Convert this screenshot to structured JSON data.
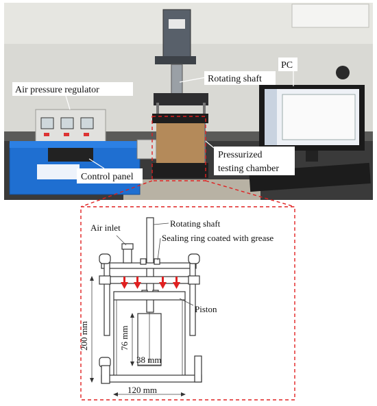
{
  "photo_labels": {
    "rotating_shaft": "Rotating shaft",
    "pc": "PC",
    "air_pressure_regulator": "Air pressure regulator",
    "control_panel": "Control panel",
    "pressurized_line1": "Pressurized",
    "pressurized_line2": "testing chamber"
  },
  "drawing_labels": {
    "rotating_shaft": "Rotating shaft",
    "air_inlet": "Air inlet",
    "sealing_ring": "Sealing ring coated with grease",
    "piston": "Piston"
  },
  "dimensions": {
    "height_200": "200 mm",
    "height_76": "76 mm",
    "width_38": "38 mm",
    "width_120": "120 mm"
  },
  "colors": {
    "highlight_red": "#e02020",
    "lab_wall": "#d9d9d4",
    "bench": "#3a3a3a",
    "control_panel_blue": "#1f6fd1"
  }
}
